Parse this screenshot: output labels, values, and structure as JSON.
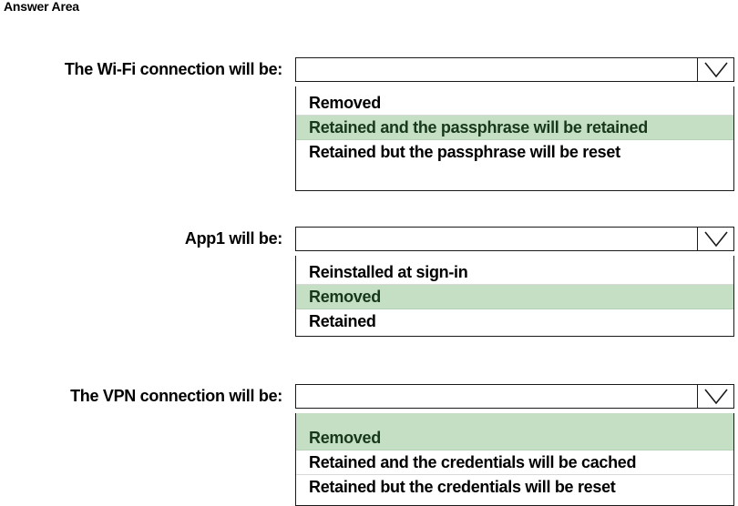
{
  "page": {
    "title": "Answer Area"
  },
  "questions": [
    {
      "label": "The Wi-Fi connection will be:",
      "selected_value": "",
      "dropdown_icon": "chevron-down-icon",
      "options": [
        {
          "label": "Removed",
          "selected": false
        },
        {
          "label": "Retained and the passphrase will be retained",
          "selected": true
        },
        {
          "label": "Retained but the passphrase will be reset",
          "selected": false
        }
      ]
    },
    {
      "label": "App1 will be:",
      "selected_value": "",
      "dropdown_icon": "chevron-down-icon",
      "options": [
        {
          "label": "Reinstalled at sign-in",
          "selected": false
        },
        {
          "label": "Removed",
          "selected": true
        },
        {
          "label": "Retained",
          "selected": false
        }
      ]
    },
    {
      "label": "The VPN connection will be:",
      "selected_value": "",
      "dropdown_icon": "chevron-down-icon",
      "options": [
        {
          "label": "Removed",
          "selected": true
        },
        {
          "label": "Retained and the credentials will be cached",
          "selected": false
        },
        {
          "label": "Retained but the credentials will be reset",
          "selected": false
        }
      ]
    }
  ],
  "colors": {
    "highlight_background": "#c5dfc4",
    "highlight_text": "#17381a",
    "border": "#1a1a1a",
    "separator": "#d9d9d9",
    "background": "#ffffff"
  }
}
